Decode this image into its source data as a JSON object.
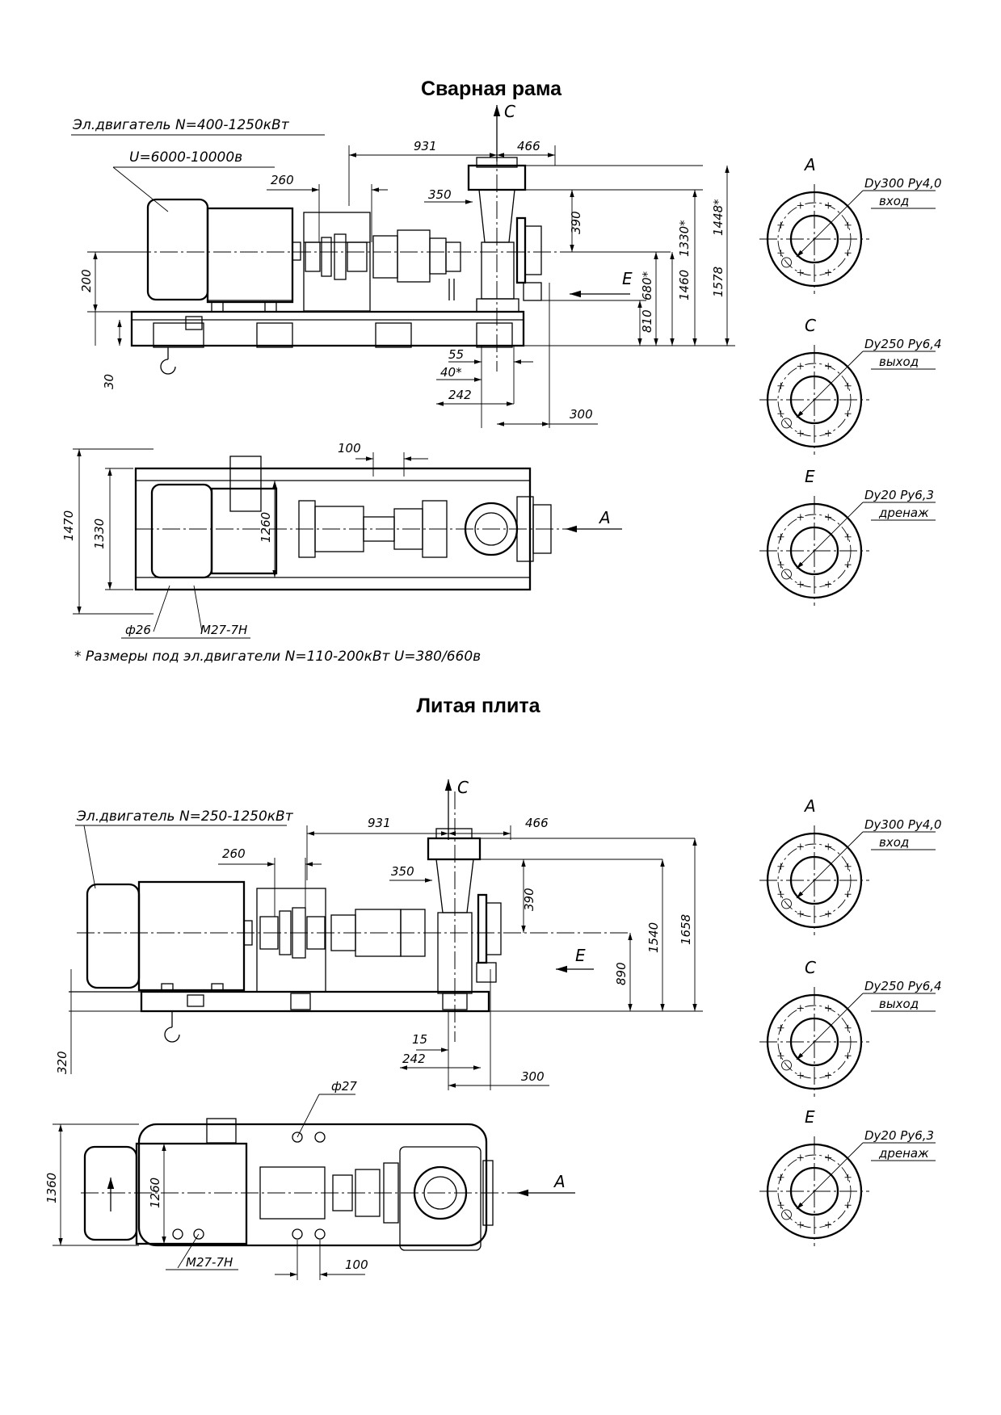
{
  "sections": {
    "welded": {
      "title": "Сварная рама",
      "motor_label_1": "Эл.двигатель N=400-1250кВт",
      "motor_label_2": "U=6000-10000в",
      "note": "* Размеры под эл.двигатели N=110-200кВт  U=380/660в",
      "dims": {
        "d931": "931",
        "d466": "466",
        "d260": "260",
        "d350": "350",
        "d390": "390",
        "d200": "200",
        "d30": "30",
        "d55": "55",
        "d40": "40*",
        "d242": "242",
        "d300": "300",
        "d810": "810",
        "d680": "680*",
        "d1460": "1460",
        "d1330s": "1330*",
        "d1578": "1578",
        "d1448": "1448*",
        "d100": "100",
        "d1470": "1470",
        "d1330": "1330",
        "d1260": "1260",
        "phi26": "ф26",
        "m27": "M27-7H"
      }
    },
    "cast": {
      "title": "Литая плита",
      "motor_label": "Эл.двигатель N=250-1250кВт",
      "dims": {
        "d931": "931",
        "d466": "466",
        "d260": "260",
        "d350": "350",
        "d390": "390",
        "d320": "320",
        "d15": "15",
        "d242": "242",
        "d300": "300",
        "d890": "890",
        "d1540": "1540",
        "d1658": "1658",
        "phi27": "ф27",
        "d1360": "1360",
        "d1260": "1260",
        "m27": "M27-7H",
        "d100": "100"
      }
    }
  },
  "views": {
    "arrow_a": "A",
    "arrow_c": "C",
    "arrow_e": "E"
  },
  "flanges": {
    "welded": [
      {
        "letter": "A",
        "spec": "Dy300 Py4,0",
        "purpose": "вход"
      },
      {
        "letter": "C",
        "spec": "Dy250 Py6,4",
        "purpose": "выход"
      },
      {
        "letter": "E",
        "spec": "Dy20 Py6,3",
        "purpose": "дренаж"
      }
    ],
    "cast": [
      {
        "letter": "A",
        "spec": "Dy300  Py4,0",
        "purpose": "вход"
      },
      {
        "letter": "C",
        "spec": "Dy250 Py6,4",
        "purpose": "выход"
      },
      {
        "letter": "E",
        "spec": "Dy20 Py6,3",
        "purpose": "дренаж"
      }
    ]
  }
}
